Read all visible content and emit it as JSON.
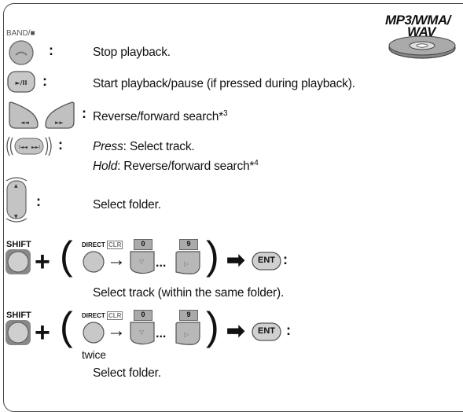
{
  "badge": {
    "line1": "MP3/WMA/",
    "line2": "WAV"
  },
  "items": [
    {
      "key_label": "BAND/■",
      "text": "Stop playback."
    },
    {
      "text": "Start playback/pause (if pressed during playback)."
    },
    {
      "text": "Reverse/forward search*",
      "sup": "3"
    },
    {
      "press_label": "Press",
      "press_text": ": Select track.",
      "hold_label": "Hold",
      "hold_text": ": Reverse/forward search*",
      "hold_sup": "4"
    },
    {
      "text": "Select folder."
    }
  ],
  "seq1": {
    "shift": "SHIFT",
    "direct": "DIRECT",
    "clr": "CLR",
    "key0": "0",
    "key9": "9",
    "ent": "ENT",
    "dots": "...",
    "caption": "Select track (within the same folder)."
  },
  "seq2": {
    "shift": "SHIFT",
    "direct": "DIRECT",
    "clr": "CLR",
    "key0": "0",
    "key9": "9",
    "ent": "ENT",
    "dots": "...",
    "twice": "twice",
    "caption": "Select folder."
  },
  "icons": [
    "band-stop-button-icon",
    "play-pause-button-icon",
    "reverse-forward-buttons-icon",
    "control-dial-icon",
    "up-down-dial-icon",
    "shift-button-icon",
    "direct-button-icon",
    "ent-button-icon",
    "disc-icon"
  ]
}
